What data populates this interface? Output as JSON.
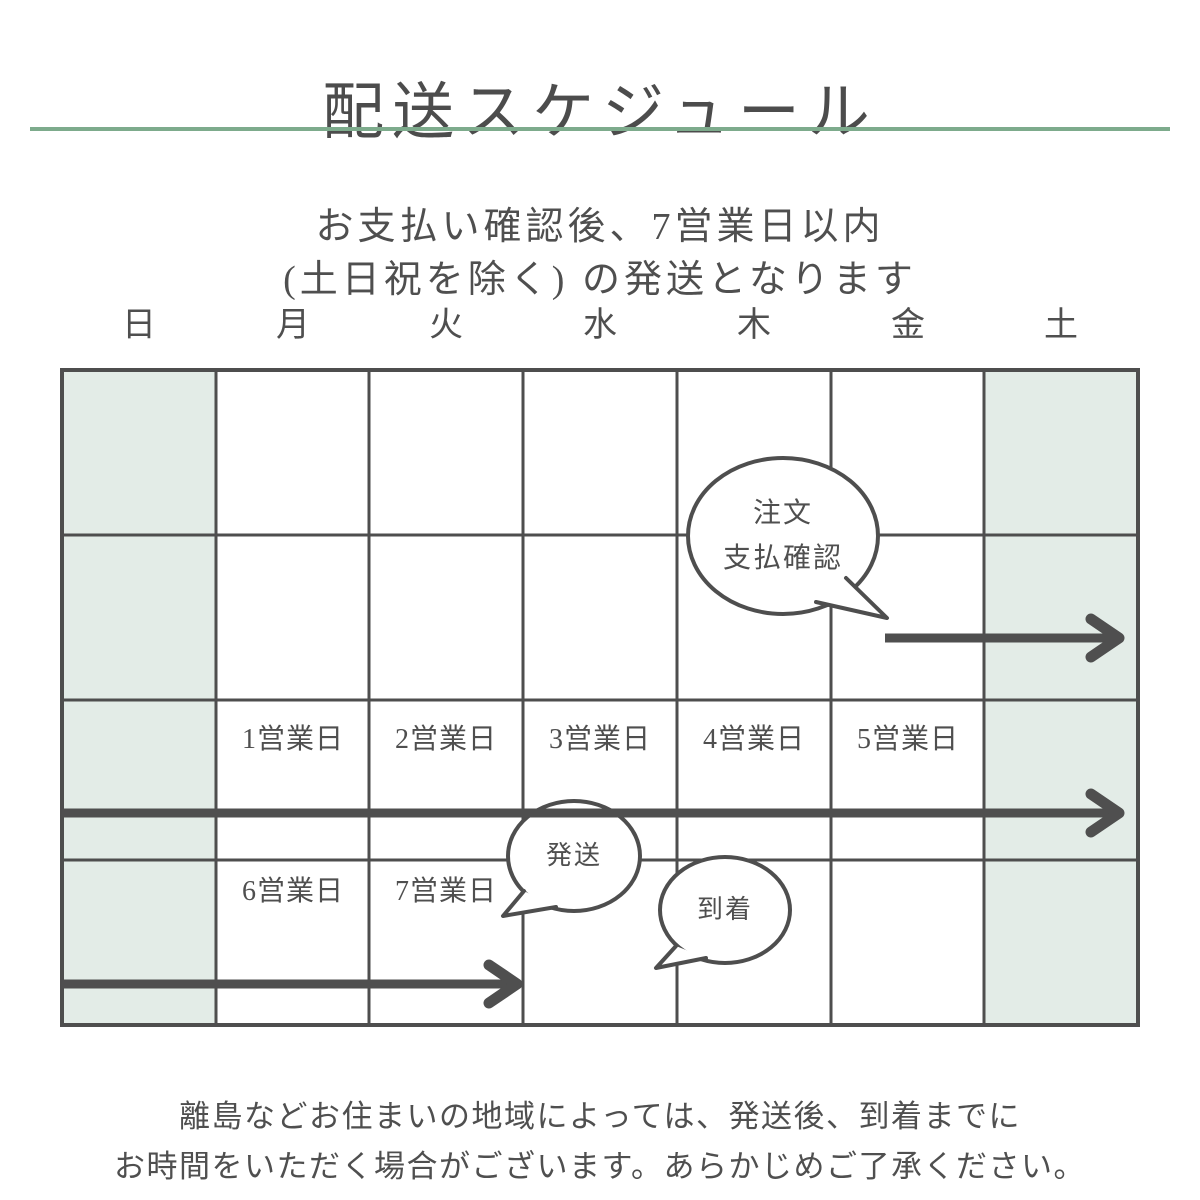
{
  "header": {
    "title": "配送スケジュール",
    "subtitle_line1": "お支払い確認後、7営業日以内",
    "subtitle_line2": "(土日祝を除く) の発送となります"
  },
  "calendar": {
    "day_headers": [
      "日",
      "月",
      "火",
      "水",
      "木",
      "金",
      "土"
    ],
    "weekend_columns": [
      "日",
      "土"
    ],
    "cells": {
      "row3": [
        "1営業日",
        "2営業日",
        "3営業日",
        "4営業日",
        "5営業日"
      ],
      "row4": [
        "6営業日",
        "7営業日"
      ]
    }
  },
  "annotations": {
    "order_bubble": {
      "line1": "注文",
      "line2": "支払確認"
    },
    "ship_bubble": {
      "label": "発送"
    },
    "arrive_bubble": {
      "label": "到着"
    }
  },
  "footer": {
    "line1": "離島などお住まいの地域によっては、発送後、到着までに",
    "line2": "お時間をいただく場合がございます。あらかじめご了承ください。"
  },
  "colors": {
    "text": "#4c4c4c",
    "grid_line": "#4e4e4e",
    "arrow": "#4f4f4f",
    "weekend_cell_fill": "#e3ece7",
    "divider_green": "#7dab8c",
    "background": "#ffffff"
  }
}
